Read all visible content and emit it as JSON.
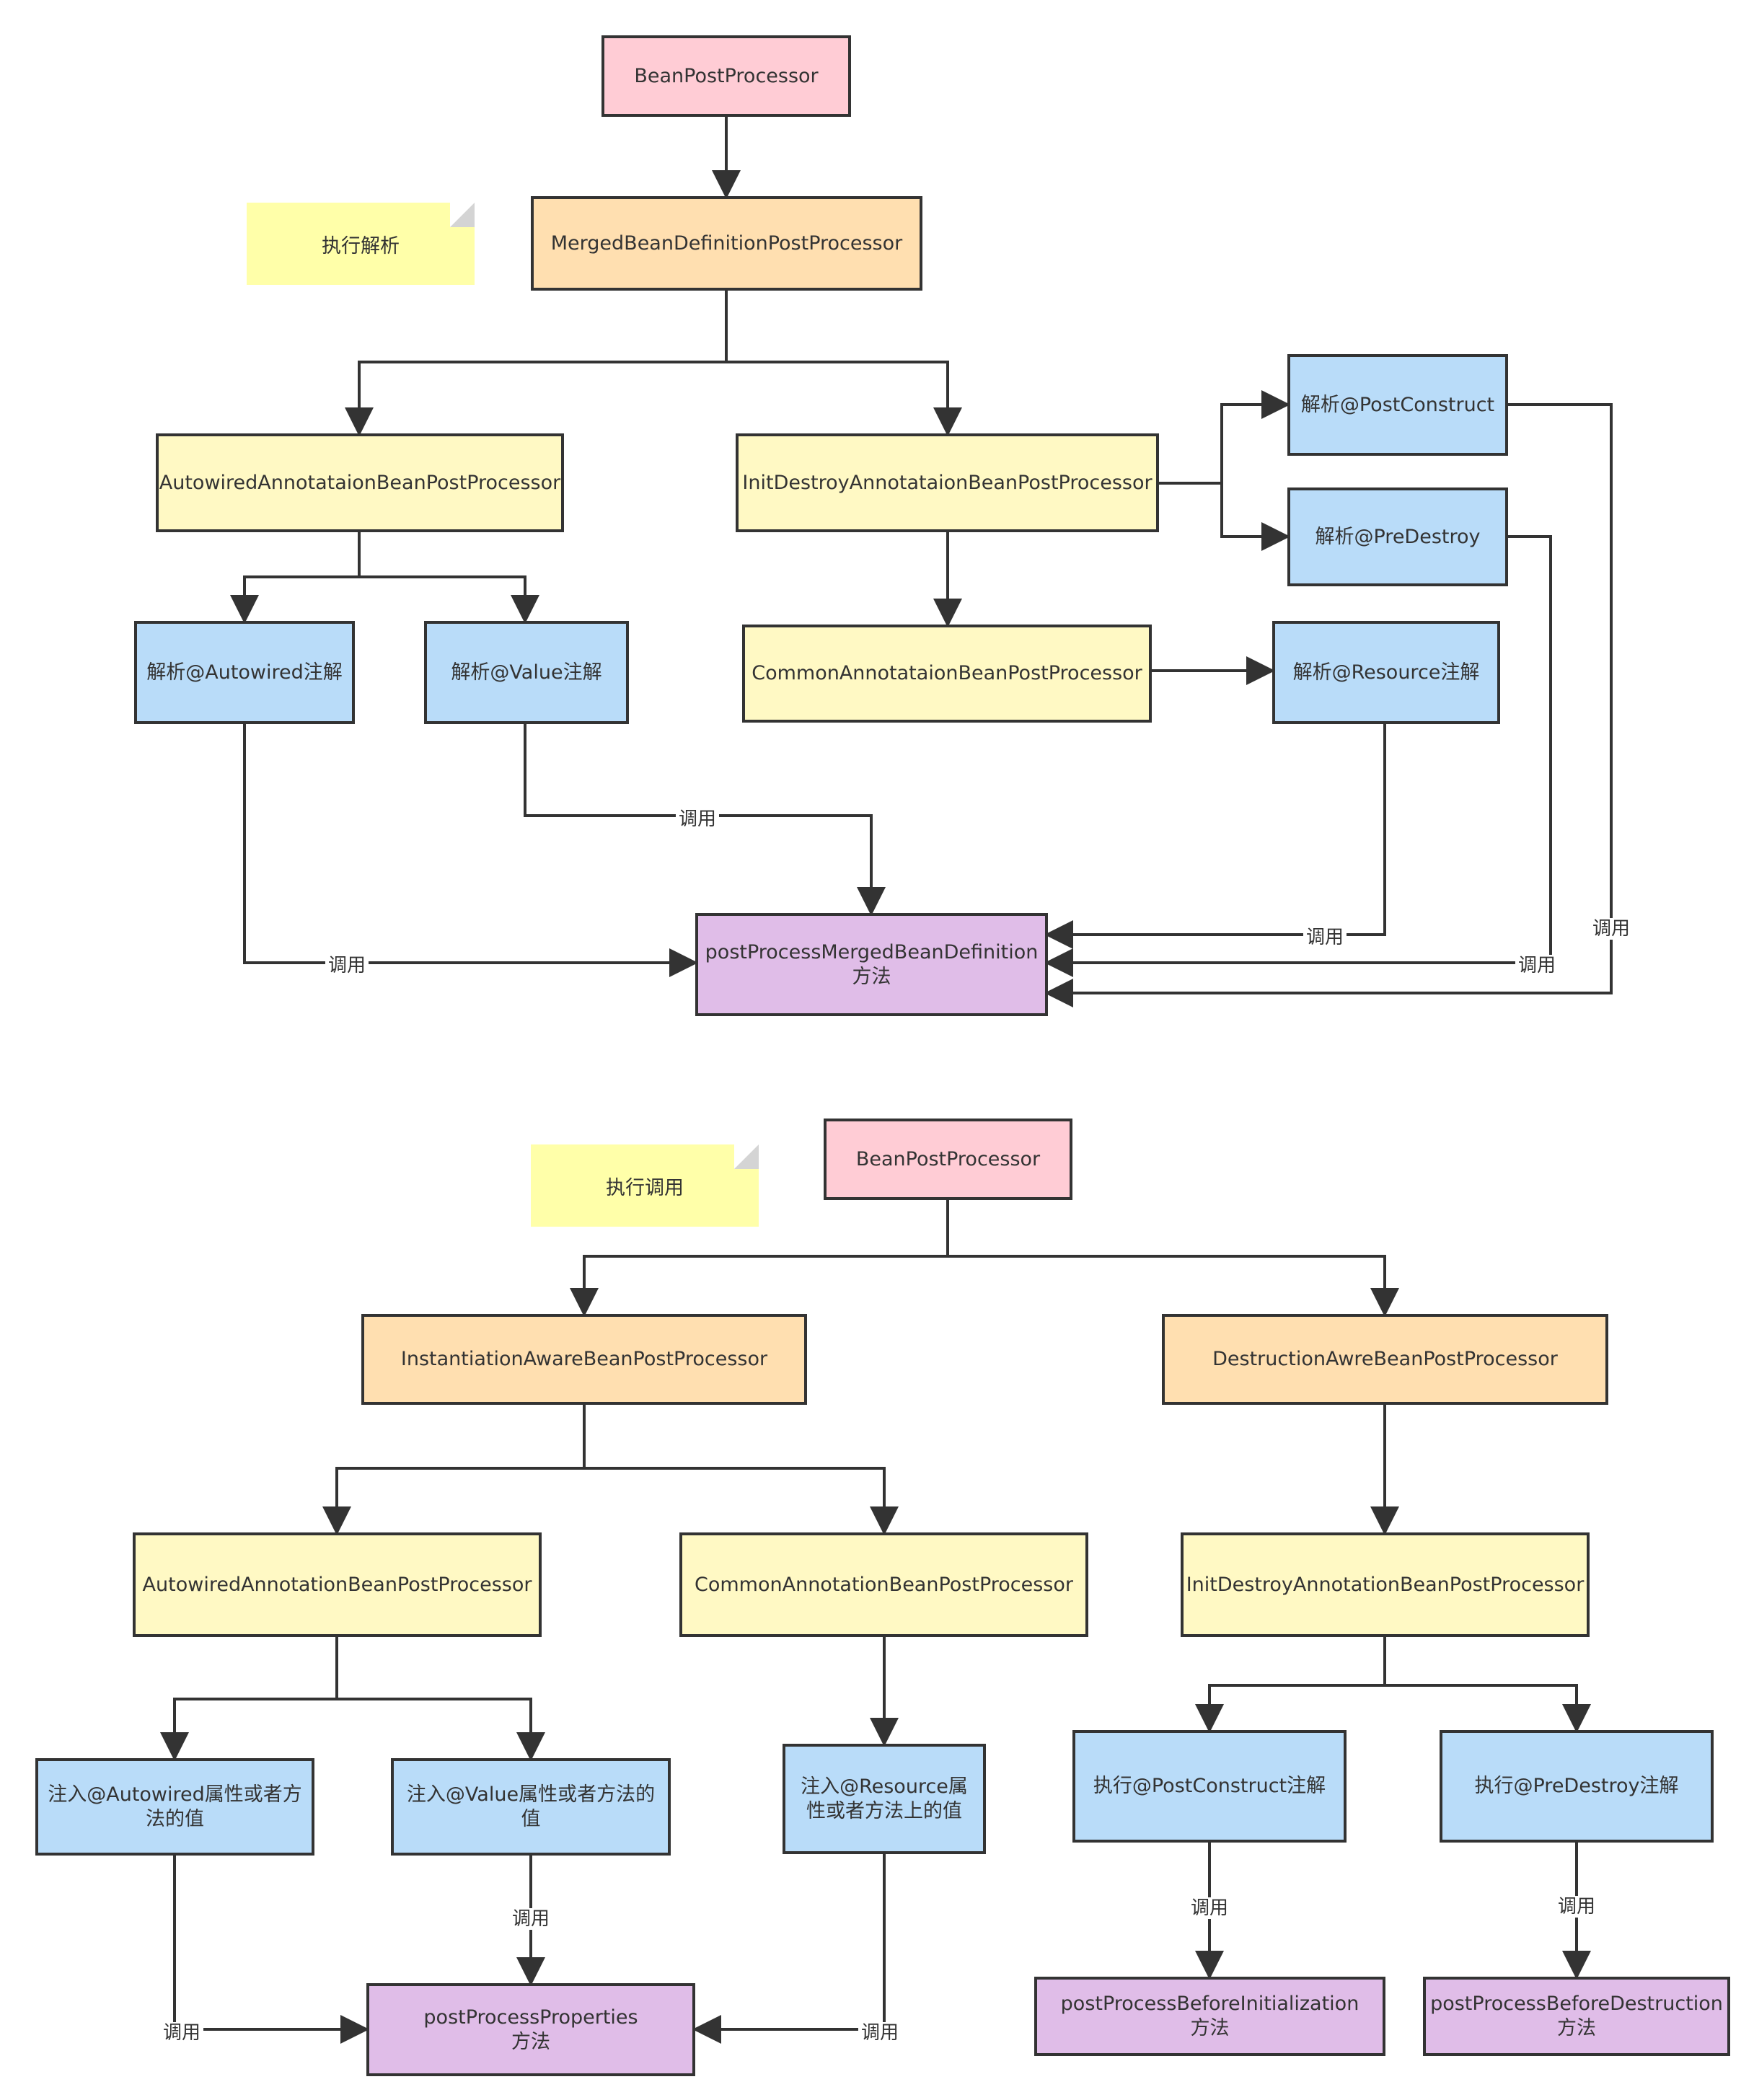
{
  "colors": {
    "pink": "#ffccd5",
    "orange": "#ffdfb0",
    "yellow": "#fff9c4",
    "blue": "#b9dcf9",
    "purple": "#e0bde8",
    "note": "#ffffa9",
    "line": "#333333"
  },
  "top": {
    "note": "执行解析",
    "nodes": {
      "bpp": "BeanPostProcessor",
      "merged": "MergedBeanDefinitionPostProcessor",
      "autowired": "AutowiredAnnotataionBeanPostProcessor",
      "initdestroy": "InitDestroyAnnotataionBeanPostProcessor",
      "common": "CommonAnnotataionBeanPostProcessor",
      "parse_autowired": "解析@Autowired注解",
      "parse_value": "解析@Value注解",
      "parse_postconstruct": "解析@PostConstruct",
      "parse_predestroy": "解析@PreDestroy",
      "parse_resource": "解析@Resource注解",
      "merged_method": "postProcessMergedBeanDefinition\n方法"
    },
    "edge_labels": {
      "value_call": "调用",
      "autowired_call": "调用",
      "resource_call": "调用",
      "predestroy_call": "调用",
      "postconstruct_call": "调用"
    }
  },
  "bottom": {
    "note": "执行调用",
    "nodes": {
      "bpp": "BeanPostProcessor",
      "instantiation": "InstantiationAwareBeanPostProcessor",
      "destruction": "DestructionAwreBeanPostProcessor",
      "autowired": "AutowiredAnnotationBeanPostProcessor",
      "common": "CommonAnnotationBeanPostProcessor",
      "initdestroy": "InitDestroyAnnotationBeanPostProcessor",
      "inject_autowired": "注入@Autowired属性或者方\n法的值",
      "inject_value": "注入@Value属性或者方法的\n值",
      "inject_resource": "注入@Resource属\n性或者方法上的值",
      "exec_postconstruct": "执行@PostConstruct注解",
      "exec_predestroy": "执行@PreDestroy注解",
      "properties_method": "postProcessProperties\n方法",
      "before_init_method": "postProcessBeforeInitialization\n方法",
      "before_destruction_method": "postProcessBeforeDestruction\n方法"
    },
    "edge_labels": {
      "value_call": "调用",
      "autowired_call": "调用",
      "resource_call": "调用",
      "postconstruct_call": "调用",
      "predestroy_call": "调用"
    }
  }
}
